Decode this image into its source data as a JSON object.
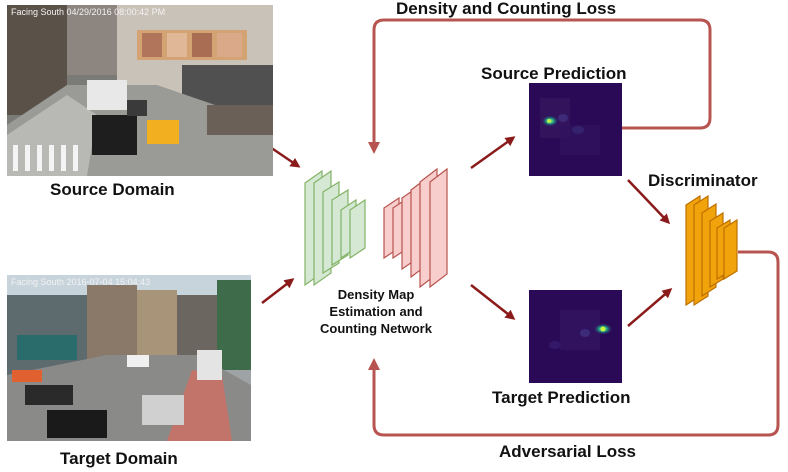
{
  "labels": {
    "density_loss": "Density and Counting Loss",
    "source_prediction": "Source Prediction",
    "target_prediction": "Target Prediction",
    "discriminator": "Discriminator",
    "source_domain": "Source Domain",
    "target_domain": "Target Domain",
    "adversarial_loss": "Adversarial Loss",
    "network_line1": "Density Map",
    "network_line2": "Estimation and",
    "network_line3": "Counting Network"
  },
  "source_image": {
    "stamp": "Facing South    04/29/2016 08:00:42 PM"
  },
  "target_image": {
    "stamp": "Facing South    2016-07-04 15:04:43"
  },
  "colors": {
    "arrow": "#8b1a1a",
    "loop": "#b85450",
    "encoder_fill": "#d5e8d4",
    "encoder_stroke": "#82b366",
    "decoder_fill": "#f8cecc",
    "decoder_stroke": "#b85450",
    "discriminator_fill": "#f0a30a",
    "discriminator_stroke": "#bd7000",
    "heatmap_bg": "#2a0a57"
  }
}
